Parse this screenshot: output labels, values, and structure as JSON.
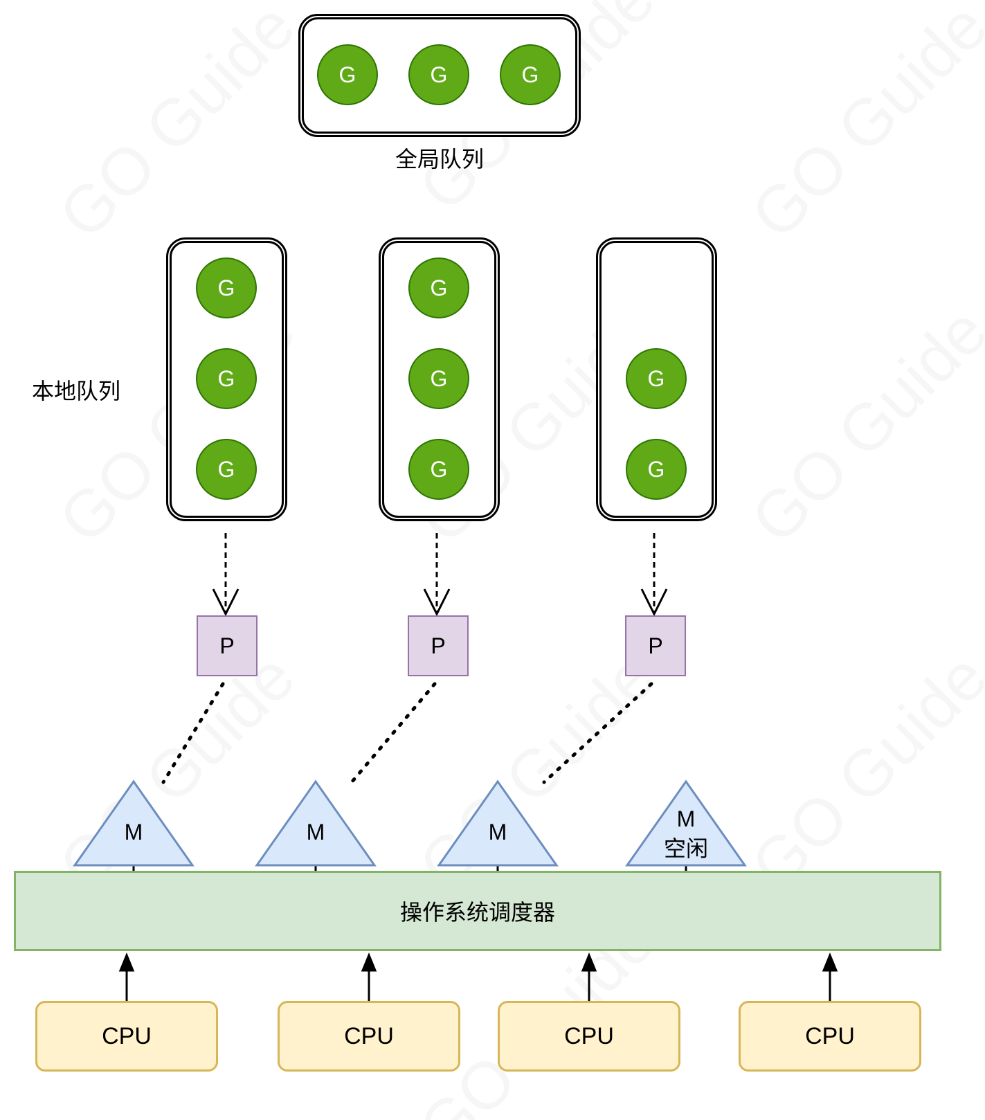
{
  "global_queue": {
    "label": "全局队列",
    "goroutines": [
      "G",
      "G",
      "G"
    ]
  },
  "local_queues": {
    "label": "本地队列",
    "queues": [
      {
        "goroutines": [
          "G",
          "G",
          "G"
        ],
        "processor": "P"
      },
      {
        "goroutines": [
          "G",
          "G",
          "G"
        ],
        "processor": "P"
      },
      {
        "goroutines": [
          "G",
          "G"
        ],
        "processor": "P"
      }
    ]
  },
  "machines": [
    {
      "label": "M"
    },
    {
      "label": "M"
    },
    {
      "label": "M"
    },
    {
      "label": "M",
      "status": "空闲"
    }
  ],
  "scheduler": {
    "label": "操作系统调度器"
  },
  "cpus": [
    "CPU",
    "CPU",
    "CPU",
    "CPU"
  ],
  "watermark": "GO Guide",
  "colors": {
    "goroutine_fill": "#60a917",
    "processor_fill": "#e1d5e7",
    "machine_fill": "#dae8fc",
    "scheduler_fill": "#d5e8d4",
    "cpu_fill": "#fff2cc"
  }
}
